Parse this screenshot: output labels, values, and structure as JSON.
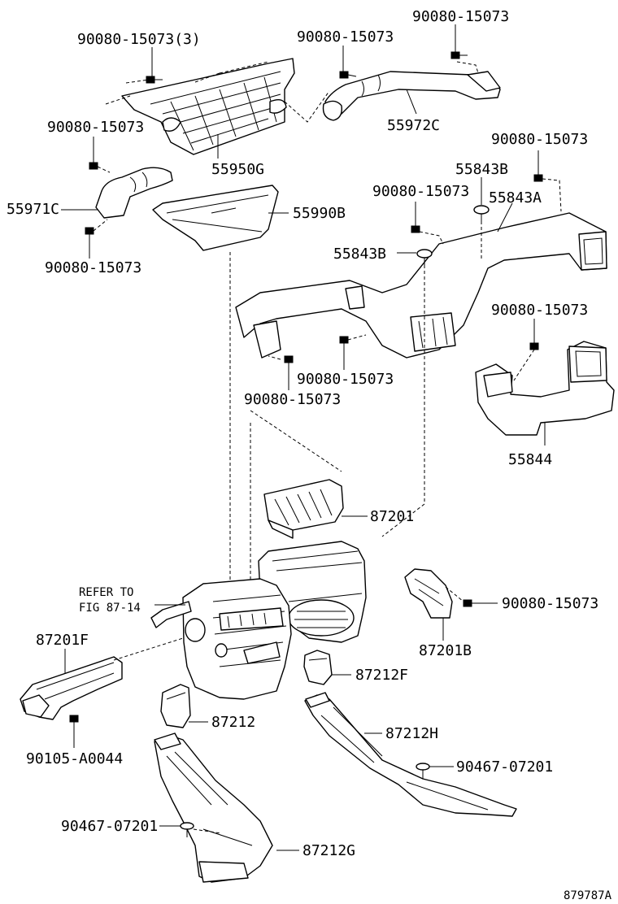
{
  "labels": {
    "p_90080_top_right": "90080-15073",
    "p_90080_top_mid": "90080-15073",
    "p_90080_top_left": "90080-15073(3)",
    "p_55972C": "55972C",
    "p_90080_left_upper": "90080-15073",
    "p_55950G": "55950G",
    "p_90080_right_upper": "90080-15073",
    "p_55843B_upper": "55843B",
    "p_90080_mid_center": "90080-15073",
    "p_55843A": "55843A",
    "p_55971C": "55971C",
    "p_55990B": "55990B",
    "p_90080_left_lower": "90080-15073",
    "p_55843B_lower": "55843B",
    "p_90080_right_mid": "90080-15073",
    "p_90080_center_a": "90080-15073",
    "p_90080_center_b": "90080-15073",
    "p_55844": "55844",
    "p_87201": "87201",
    "refer_line1": "REFER TO",
    "refer_line2": "FIG 87-14",
    "p_90080_right_lower": "90080-15073",
    "p_87201F": "87201F",
    "p_87201B": "87201B",
    "p_87212F": "87212F",
    "p_87212": "87212",
    "p_90105": "90105-A0044",
    "p_87212H": "87212H",
    "p_90467_right": "90467-07201",
    "p_90467_left": "90467-07201",
    "p_87212G": "87212G",
    "diagram_id": "879787A"
  }
}
